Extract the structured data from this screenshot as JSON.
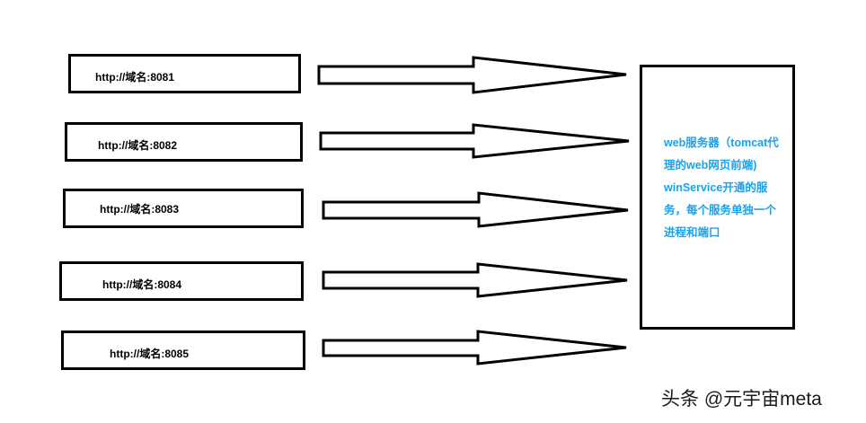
{
  "sources": [
    {
      "label": "http://域名:8081"
    },
    {
      "label": "http://域名:8082"
    },
    {
      "label": "http://域名:8083"
    },
    {
      "label": "http://域名:8084"
    },
    {
      "label": "http://域名:8085"
    }
  ],
  "server": {
    "lines": [
      "web服务器（tomcat代",
      "理的web网页前端)",
      "winService开通的服",
      "务，每个服务单独一个",
      "进程和端口"
    ]
  },
  "watermark": "头条 @元宇宙meta",
  "colors": {
    "server_text": "#1aa3e8",
    "box_border": "#000000"
  }
}
